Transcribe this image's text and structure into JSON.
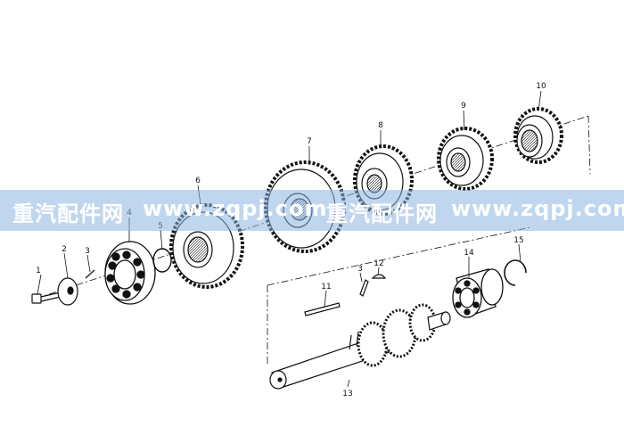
{
  "watermark": {
    "brand": "重汽配件网",
    "repeat_1": "www.zqpj.com",
    "repeat_2": "重汽配件网",
    "repeat_3": "www.zqpj.com",
    "band_color": "#8cb4e1"
  },
  "callouts": [
    {
      "label": "1"
    },
    {
      "label": "2"
    },
    {
      "label": "3"
    },
    {
      "label": "4"
    },
    {
      "label": "5"
    },
    {
      "label": "6"
    },
    {
      "label": "7"
    },
    {
      "label": "8"
    },
    {
      "label": "9"
    },
    {
      "label": "10"
    },
    {
      "label": "11"
    },
    {
      "label": "3"
    },
    {
      "label": "12"
    },
    {
      "label": "13"
    },
    {
      "label": "14"
    },
    {
      "label": "15"
    }
  ]
}
